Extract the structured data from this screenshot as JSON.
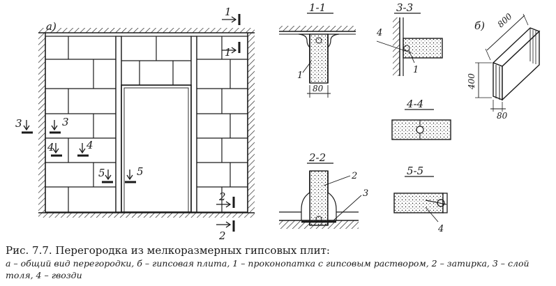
{
  "views": {
    "a": "а)",
    "b": "б)"
  },
  "sections": {
    "s11": "1-1",
    "s22": "2-2",
    "s33": "3-3",
    "s44": "4-4",
    "s55": "5-5"
  },
  "cut_marks": {
    "m1": "1",
    "m2": "2",
    "m3": "3",
    "m4": "4",
    "m5": "5"
  },
  "callouts": {
    "c1": "1",
    "c2": "2",
    "c3": "3",
    "c4": "4"
  },
  "dimensions": {
    "d80": "80",
    "d400": "400",
    "d800": "800"
  },
  "caption": {
    "title": "Рис. 7.7. Перегородка из мелкоразмерных гипсовых плит:",
    "legend": "а – общий вид перегородки, б – гипсовая плита, 1 – проконопатка с гипсовым раствором, 2 – затирка, 3 – слой толя, 4 – гвозди"
  }
}
